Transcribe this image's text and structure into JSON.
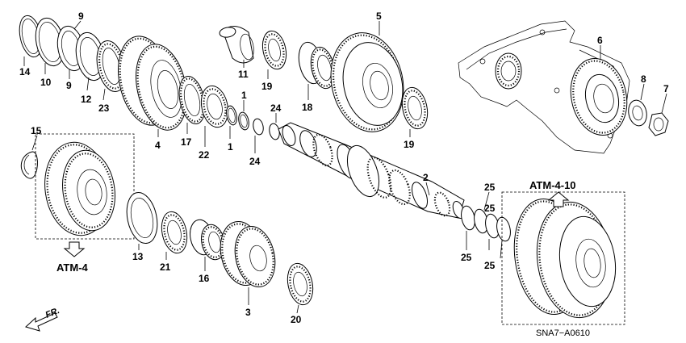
{
  "callouts": [
    {
      "id": "c14",
      "text": "14"
    },
    {
      "id": "c10",
      "text": "10"
    },
    {
      "id": "c9a",
      "text": "9"
    },
    {
      "id": "c9b",
      "text": "9"
    },
    {
      "id": "c12",
      "text": "12"
    },
    {
      "id": "c23",
      "text": "23"
    },
    {
      "id": "c4",
      "text": "4"
    },
    {
      "id": "c17",
      "text": "17"
    },
    {
      "id": "c22",
      "text": "22"
    },
    {
      "id": "c1a",
      "text": "1"
    },
    {
      "id": "c1b",
      "text": "1"
    },
    {
      "id": "c24a",
      "text": "24"
    },
    {
      "id": "c24b",
      "text": "24"
    },
    {
      "id": "c11",
      "text": "11"
    },
    {
      "id": "c19a",
      "text": "19"
    },
    {
      "id": "c18",
      "text": "18"
    },
    {
      "id": "c5",
      "text": "5"
    },
    {
      "id": "c19b",
      "text": "19"
    },
    {
      "id": "c6",
      "text": "6"
    },
    {
      "id": "c8",
      "text": "8"
    },
    {
      "id": "c7",
      "text": "7"
    },
    {
      "id": "c2",
      "text": "2"
    },
    {
      "id": "c15",
      "text": "15"
    },
    {
      "id": "c13",
      "text": "13"
    },
    {
      "id": "c21",
      "text": "21"
    },
    {
      "id": "c16",
      "text": "16"
    },
    {
      "id": "c3",
      "text": "3"
    },
    {
      "id": "c20",
      "text": "20"
    },
    {
      "id": "c25a",
      "text": "25"
    },
    {
      "id": "c25b",
      "text": "25"
    },
    {
      "id": "c25c",
      "text": "25"
    },
    {
      "id": "c25d",
      "text": "25"
    }
  ],
  "references": {
    "atm4": "ATM-4",
    "atm410": "ATM-4-10"
  },
  "direction_label": "FR.",
  "diagram_code": "SNA7−A0610"
}
